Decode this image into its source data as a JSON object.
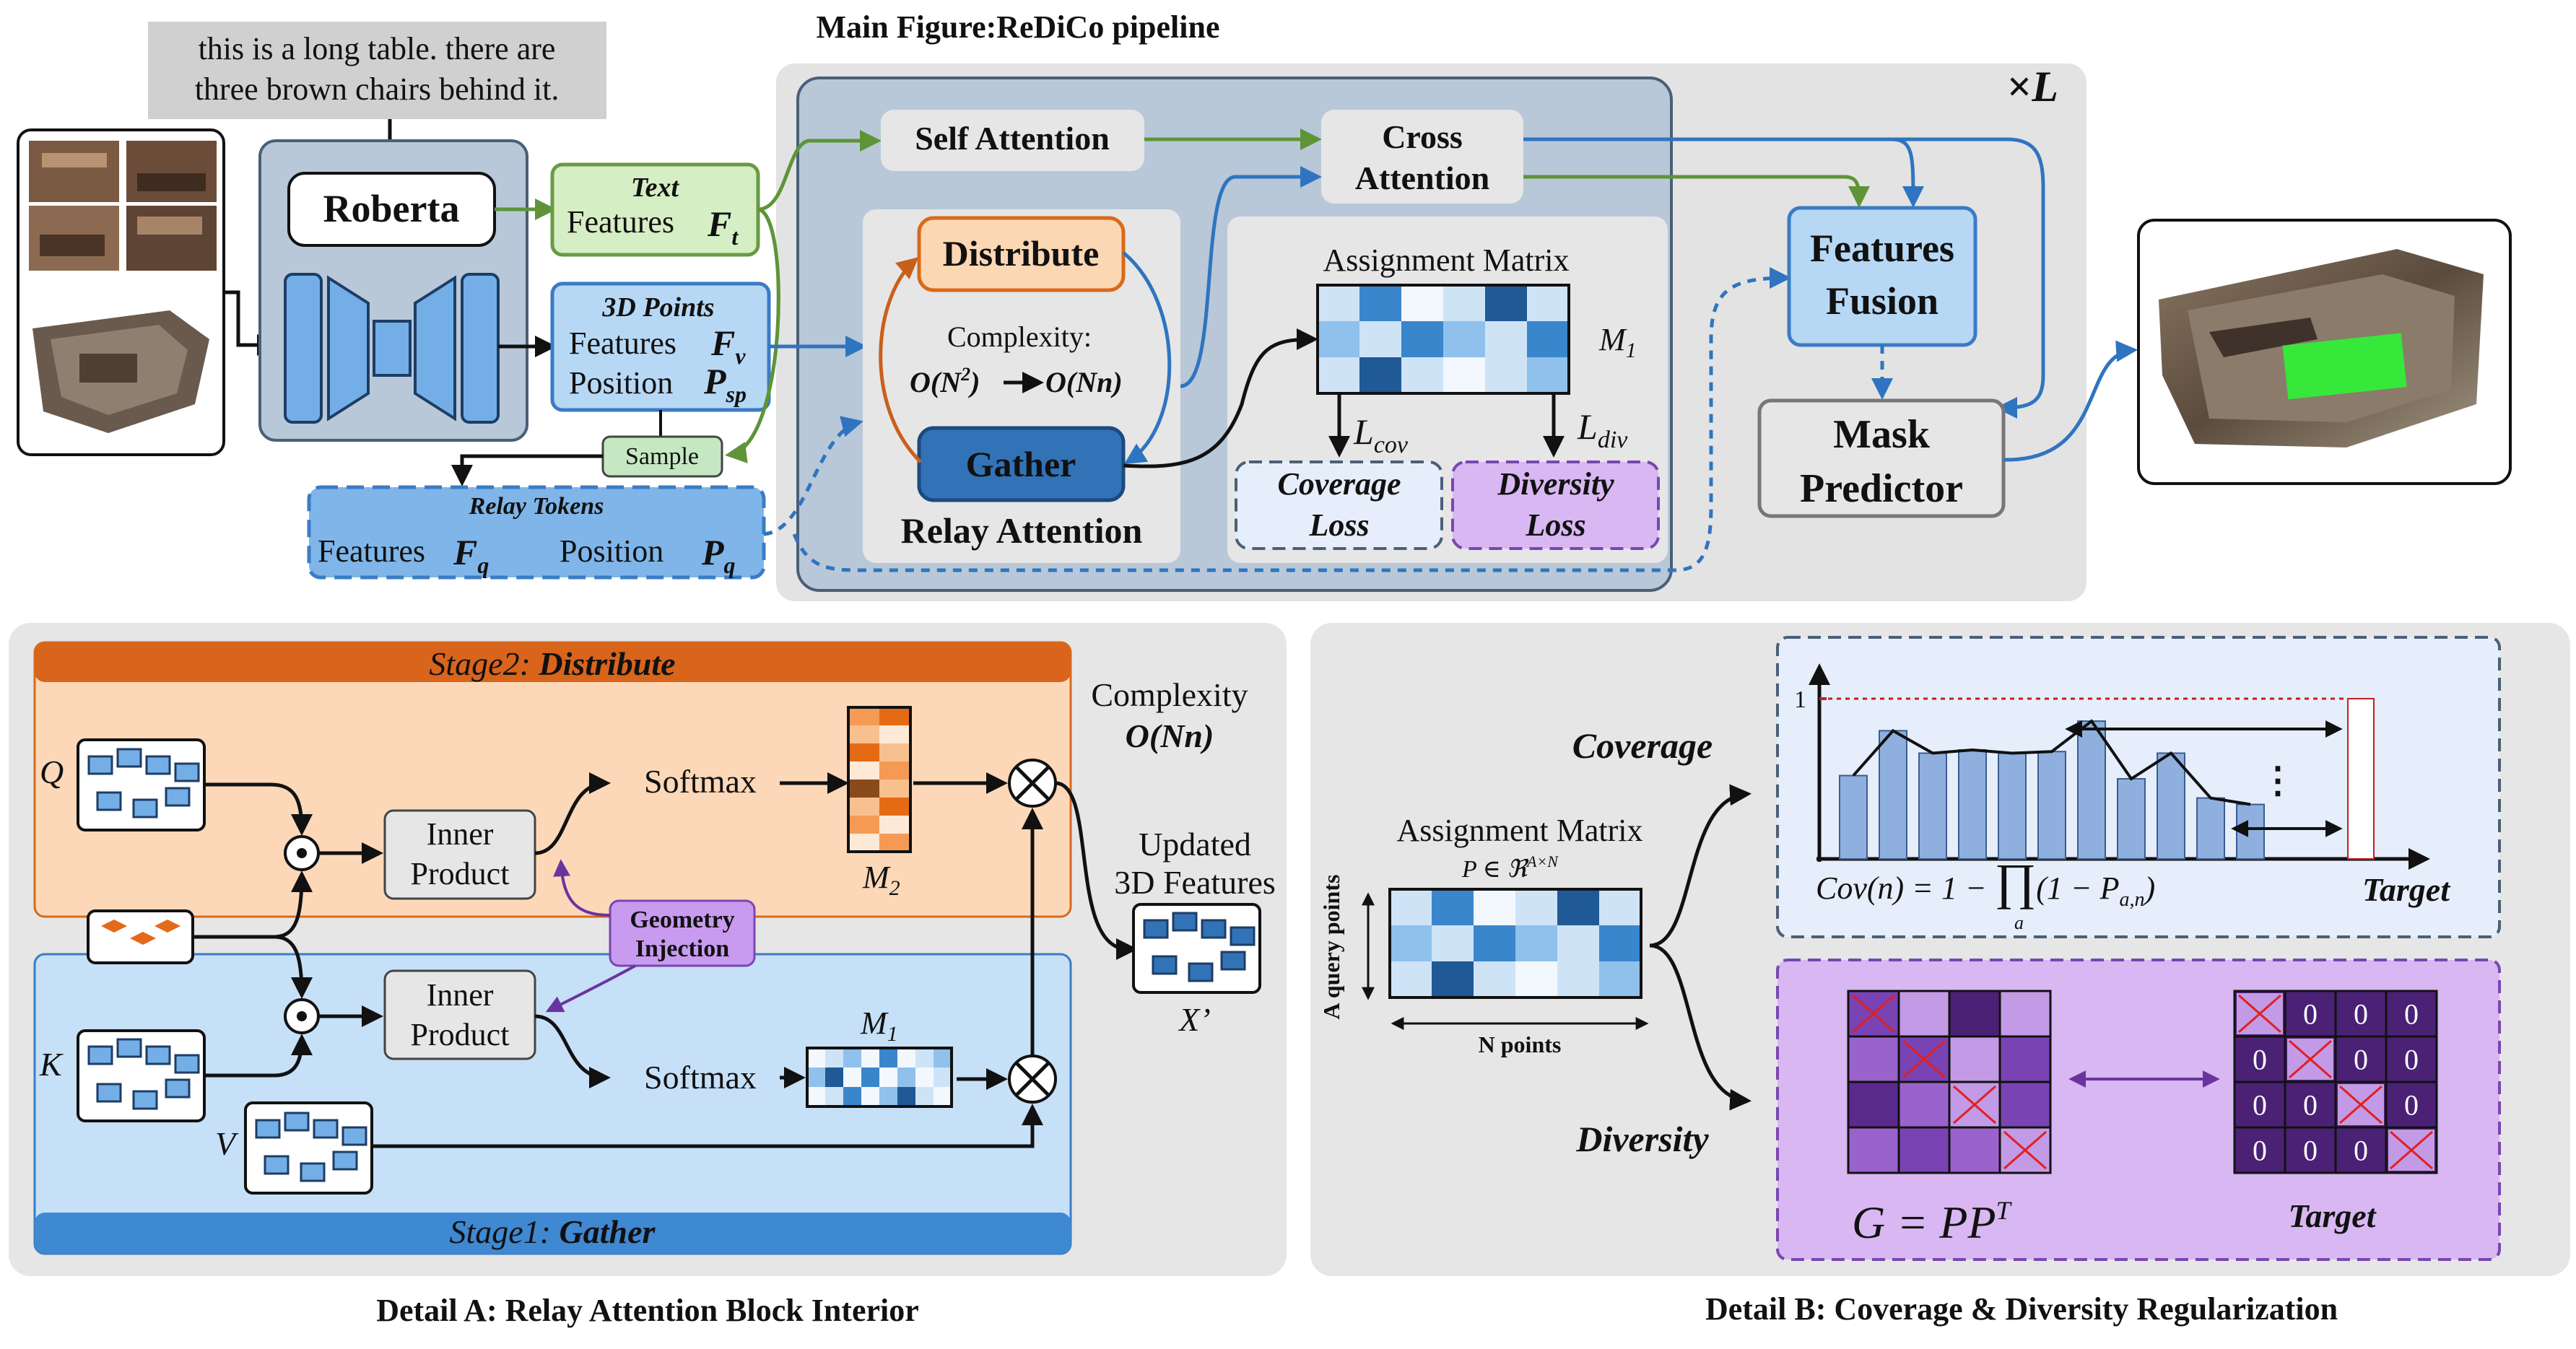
{
  "main_title": "Main Figure:ReDiCo pipeline",
  "caption_a": "Detail A: Relay Attention Block Interior",
  "caption_b": "Detail B: Coverage & Diversity Regularization",
  "text_query": {
    "line1": "this is a long table. there are",
    "line2": "three brown chairs behind it."
  },
  "roberta": "Roberta",
  "text_features": {
    "title": "Text",
    "label": "Features",
    "symbol": "F",
    "sub": "t"
  },
  "points_box": {
    "title": "3D Points",
    "features_label": "Features",
    "features_symbol": "F",
    "features_sub": "v",
    "position_label": "Position",
    "position_symbol": "P",
    "position_sub": "sp"
  },
  "sample": "Sample",
  "relay_tokens": {
    "title": "Relay Tokens",
    "features_label": "Features",
    "features_symbol": "F",
    "features_sub": "q",
    "position_label": "Position",
    "position_symbol": "P",
    "position_sub": "q"
  },
  "repeat": {
    "times": "×",
    "symbol": "L"
  },
  "self_attention": "Self Attention",
  "cross_attention": {
    "line1": "Cross",
    "line2": "Attention"
  },
  "relay": {
    "distribute": "Distribute",
    "gather": "Gather",
    "title": "Relay Attention",
    "complexity_label": "Complexity:",
    "complexity_from": "O(N",
    "complexity_exp": "2",
    "complexity_from_close": ")",
    "complexity_to": "O(Nn)"
  },
  "assignment": {
    "title": "Assignment Matrix",
    "symbol": "M",
    "sub": "1",
    "l_cov": "L",
    "l_cov_sub": "cov",
    "l_div": "L",
    "l_div_sub": "div",
    "coverage_loss": {
      "line1": "Coverage",
      "line2": "Loss"
    },
    "diversity_loss": {
      "line1": "Diversity",
      "line2": "Loss"
    }
  },
  "features_fusion": {
    "line1": "Features",
    "line2": "Fusion"
  },
  "mask_predictor": {
    "line1": "Mask",
    "line2": "Predictor"
  },
  "detail_a": {
    "stage2_prefix": "Stage2:",
    "stage2_name": "Distribute",
    "stage1_prefix": "Stage1:",
    "stage1_name": "Gather",
    "q": "Q",
    "k": "K",
    "v": "V",
    "inner_product_1": "Inner",
    "inner_product_2": "Product",
    "softmax": "Softmax",
    "m2": "M",
    "m2_sub": "2",
    "m1": "M",
    "m1_sub": "1",
    "geometry": {
      "line1": "Geometry",
      "line2": "Injection"
    },
    "complexity_label": "Complexity",
    "complexity_value": "O(Nn)",
    "updated": {
      "line1": "Updated",
      "line2": "3D Features"
    },
    "x_prime": "X’"
  },
  "detail_b": {
    "assignment_title": "Assignment Matrix",
    "p_def": "P ∈ ℜ",
    "p_def_sup": "A×N",
    "a_axis": "A query points",
    "n_axis": "N points",
    "coverage": "Coverage",
    "diversity": "Diversity",
    "y_tick": "1",
    "ellipsis": "⋮",
    "cov_formula_left": "Cov(n) = 1 −",
    "cov_formula_prod": "∏",
    "cov_formula_index": "a",
    "cov_formula_right": "(1 − P",
    "cov_formula_sub": "a,n",
    "cov_formula_close": ")",
    "target": "Target",
    "gram_formula": "G = PP",
    "gram_sup": "T",
    "diag_zero": "0"
  },
  "colors": {
    "panel_gray": "#e6e6e6",
    "inner_blue": "#b8c8d8",
    "text_green_fill": "#d5eec4",
    "text_green_stroke": "#6a9a43",
    "blue_fill": "#b7d8f5",
    "blue_stroke": "#3a7cc4",
    "orange_fill": "#fcd7b3",
    "orange_stroke": "#d86a1a",
    "gather_fill": "#3272b6",
    "lavender": "#d8b7f2",
    "purple": "#5b2f86",
    "coverage_bar": "#8fb0de"
  },
  "chart_data": {
    "type": "bar",
    "title": "",
    "xlabel": "",
    "ylabel": "",
    "ylim": [
      0,
      1
    ],
    "values": [
      0.52,
      0.8,
      0.66,
      0.68,
      0.66,
      0.67,
      0.86,
      0.5,
      0.66,
      0.38,
      0.34
    ]
  }
}
